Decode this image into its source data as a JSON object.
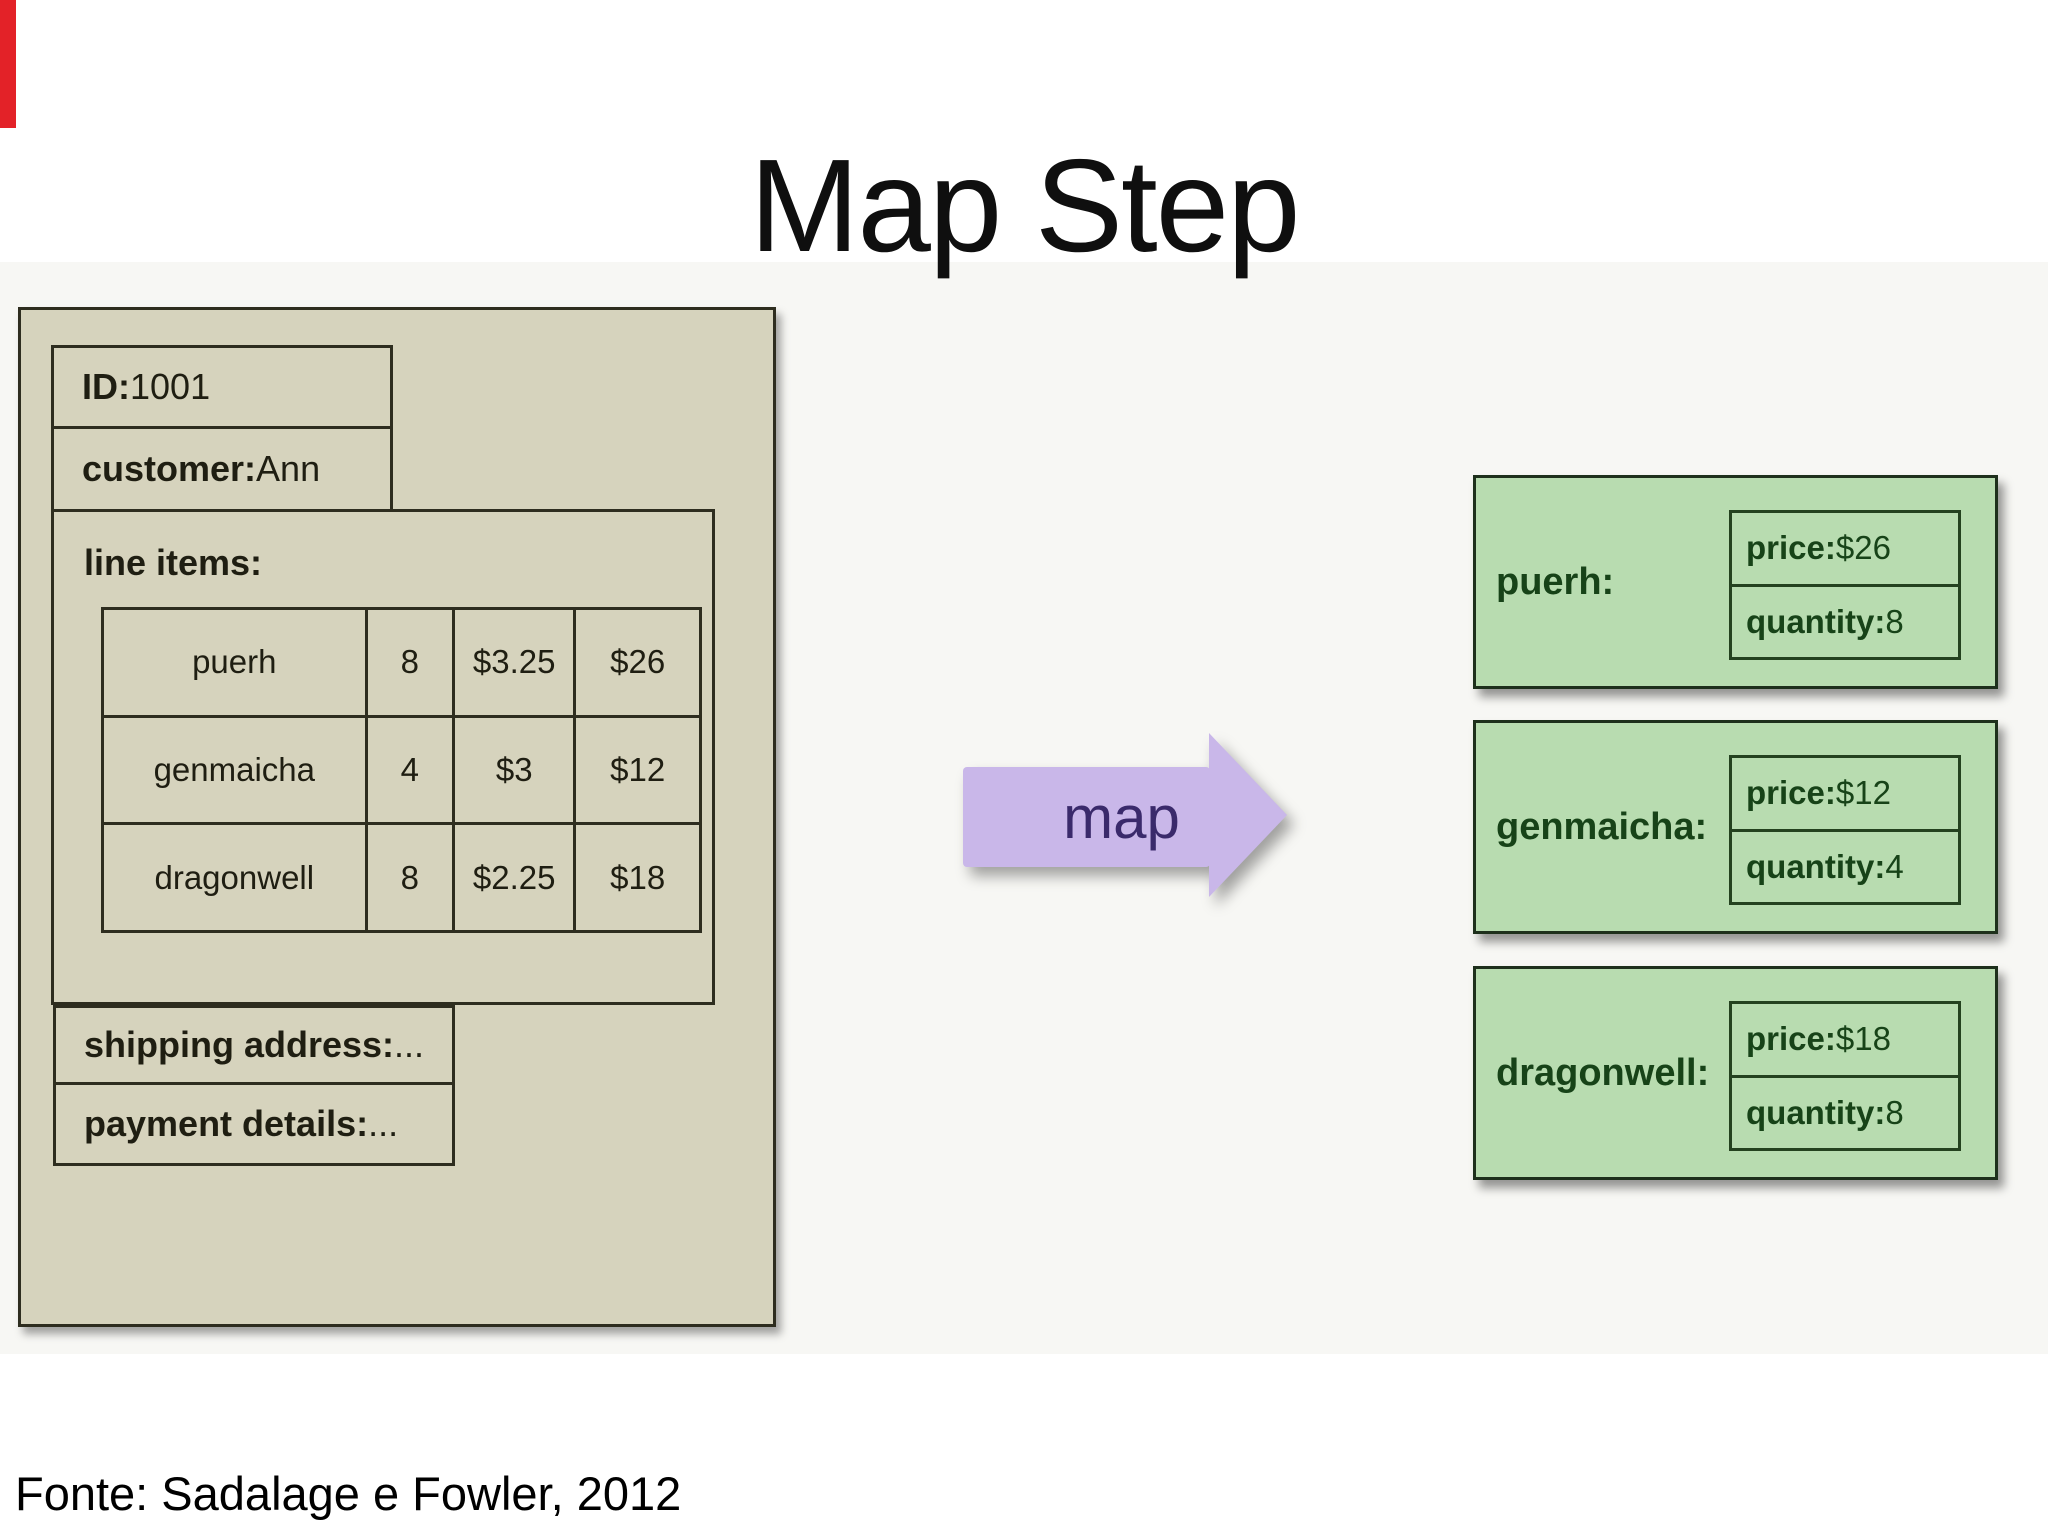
{
  "title": "Map Step",
  "footer": "Fonte: Sadalage e Fowler, 2012",
  "arrow": {
    "label": "map"
  },
  "document": {
    "id_label": "ID:",
    "id_value": "1001",
    "customer_label": "customer:",
    "customer_value": "Ann",
    "line_items_label": "line items:",
    "table": {
      "rows": [
        [
          "puerh",
          "8",
          "$3.25",
          "$26"
        ],
        [
          "genmaicha",
          "4",
          "$3",
          "$12"
        ],
        [
          "dragonwell",
          "8",
          "$2.25",
          "$18"
        ]
      ]
    },
    "shipping_label": "shipping address:",
    "shipping_value": "...",
    "payment_label": "payment details:",
    "payment_value": "..."
  },
  "map_outputs": [
    {
      "key": "puerh:",
      "price_label": "price:",
      "price_value": "$26",
      "quantity_label": "quantity:",
      "quantity_value": "8"
    },
    {
      "key": "genmaicha:",
      "price_label": "price:",
      "price_value": "$12",
      "quantity_label": "quantity:",
      "quantity_value": "4"
    },
    {
      "key": "dragonwell:",
      "price_label": "price:",
      "price_value": "$18",
      "quantity_label": "quantity:",
      "quantity_value": "8"
    }
  ],
  "colors": {
    "ribbon_red": "#e32228",
    "document_fill": "#d6d3bd",
    "document_border": "#2e2d1f",
    "green_fill": "#b8dcb0",
    "green_border": "#1e301c",
    "green_text": "#174318",
    "arrow_fill": "#c9b7e9",
    "arrow_text": "#3a2a6b"
  }
}
